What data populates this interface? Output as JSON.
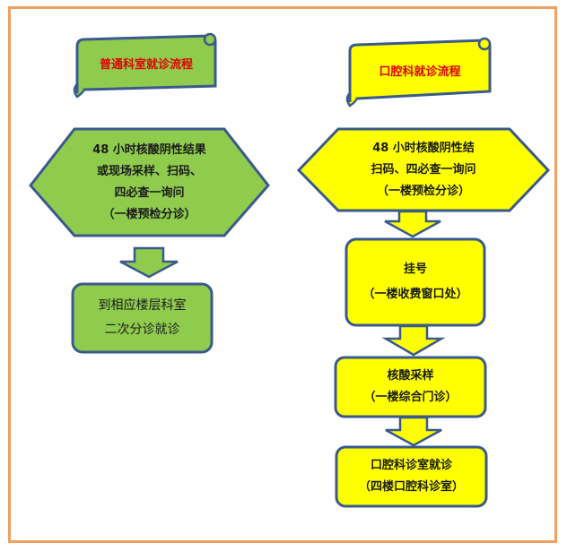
{
  "colors": {
    "border": "#f0a060",
    "green_fill": "#8fcc4e",
    "yellow_fill": "#ffff00",
    "outline": "#3a5a8c",
    "banner_text": "#e00000"
  },
  "left": {
    "banner": "普通科室就诊流程",
    "hexagon_lines": [
      "48 小时核酸阴性结果",
      "或现场采样、扫码、",
      "四必查一询问",
      "（一楼预检分诊）"
    ],
    "box_lines": [
      "到相应楼层科室",
      "二次分诊就诊"
    ]
  },
  "right": {
    "banner": "口腔科就诊流程",
    "hexagon_lines": [
      "48 小时核酸阴性结",
      "扫码、四必查一询问",
      "（一楼预检分诊）"
    ],
    "step1_lines": [
      "挂号",
      "（一楼收费窗口处）"
    ],
    "step2_lines": [
      "核酸采样",
      "（一楼综合门诊）"
    ],
    "step3_lines": [
      "口腔科诊室就诊",
      "（四楼口腔科诊室）"
    ]
  }
}
